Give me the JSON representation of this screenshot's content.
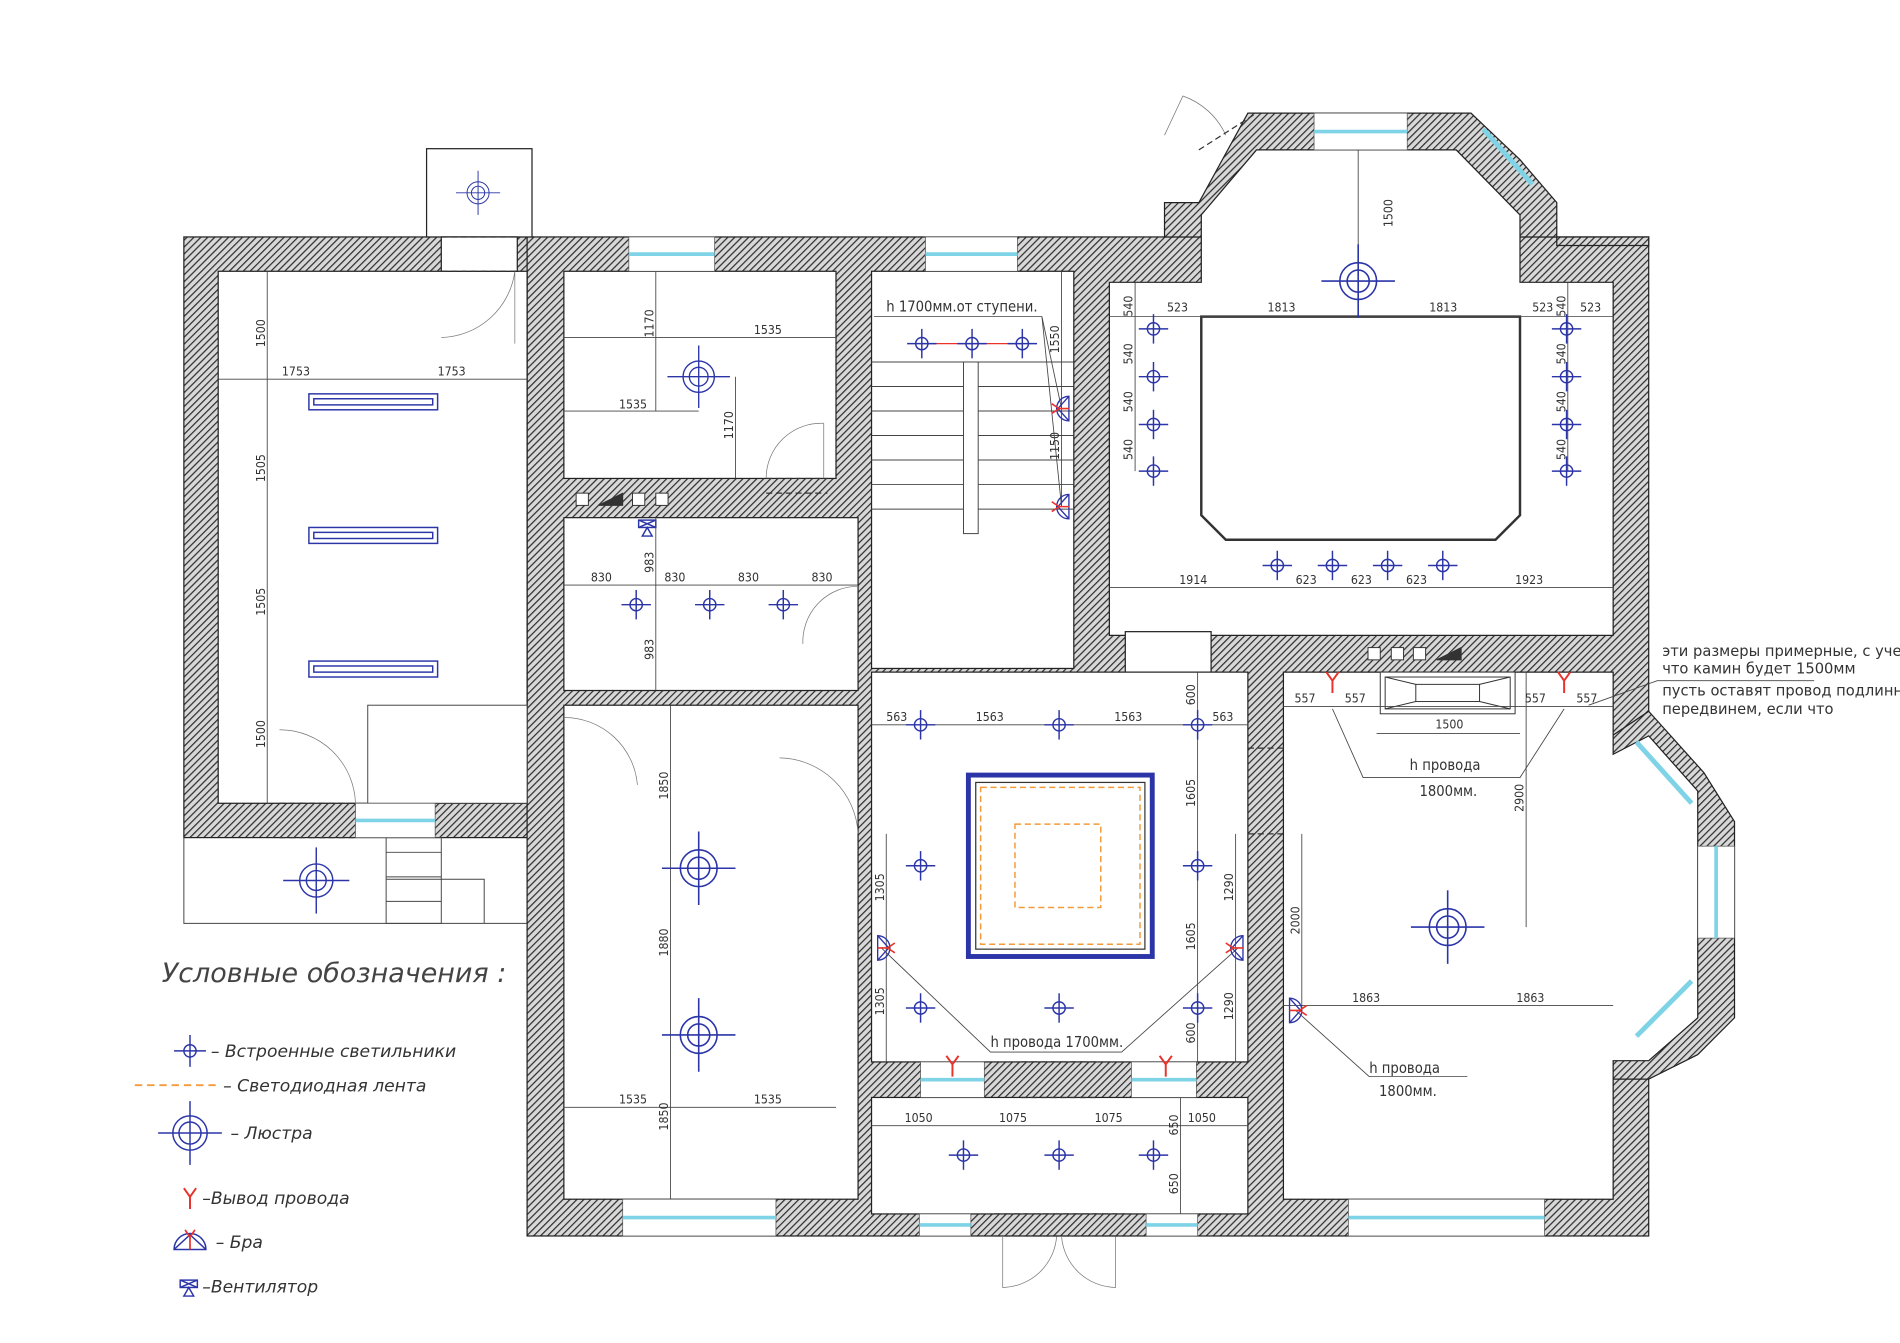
{
  "title": "План освещения",
  "colors": {
    "fixture": "#2b35a8",
    "wire": "#e8322a",
    "led": "#f39a3a",
    "window": "#7fd3e6",
    "wall": "#3a3a3a"
  },
  "rooms": {
    "left": {
      "dims": [
        "1500",
        "1753",
        "1753",
        "1505",
        "1505",
        "1500"
      ]
    },
    "top_small": {
      "dims": [
        "1170",
        "1535",
        "1535",
        "1170"
      ]
    },
    "bath": {
      "dims": [
        "830",
        "830",
        "830",
        "830",
        "983",
        "983"
      ]
    },
    "stairs": {
      "note": "h 1700мм.от ступени.",
      "dims": [
        "1550",
        "1150"
      ]
    },
    "living_top": {
      "dims": [
        "523",
        "1813",
        "1813",
        "523",
        "523",
        "540",
        "540",
        "540",
        "540",
        "540",
        "540",
        "540",
        "540",
        "1500",
        "1914",
        "623",
        "623",
        "623",
        "1923"
      ]
    },
    "center": {
      "dims": [
        "563",
        "1563",
        "1563",
        "563",
        "600",
        "1605",
        "1605",
        "600",
        "1305",
        "1305",
        "1290",
        "1290"
      ],
      "note": "h провода  1700мм."
    },
    "bottom_left": {
      "dims": [
        "1850",
        "1880",
        "1850",
        "1535",
        "1535"
      ]
    },
    "vestibule": {
      "dims": [
        "1050",
        "1075",
        "1075",
        "1050",
        "650",
        "650"
      ]
    },
    "right": {
      "dims": [
        "557",
        "557",
        "1500",
        "557",
        "557",
        "2900",
        "2000",
        "1863",
        "1863"
      ],
      "note1_a": "h провода",
      "note1_b": "1800мм.",
      "note2_a": "h провода",
      "note2_b": "1800мм."
    }
  },
  "annotation": {
    "lines": [
      "эти размеры примерные, с учетом,",
      "что камин будет 1500мм",
      "пусть оставят провод подлиннее,",
      "передвинем, если что"
    ]
  },
  "legend": {
    "title": "Условные обозначения :",
    "items": [
      {
        "icon": "spotlight-icon",
        "label": "– Встроенные светильники"
      },
      {
        "icon": "led-strip-icon",
        "label": "– Светодиодная лента"
      },
      {
        "icon": "chandelier-icon",
        "label": "– Люстра"
      },
      {
        "icon": "wire-outlet-icon",
        "label": "–Вывод провода"
      },
      {
        "icon": "sconce-icon",
        "label": "– Бра"
      },
      {
        "icon": "fan-icon",
        "label": "–Вентилятор"
      }
    ]
  }
}
